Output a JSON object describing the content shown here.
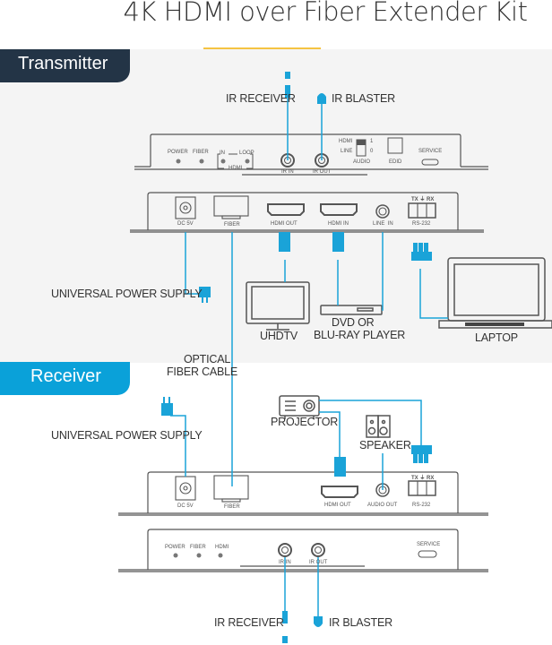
{
  "title": "4K HDMI over Fiber Extender Kit",
  "colors": {
    "accent_line": "#f5c343",
    "transmitter_tab": "#233446",
    "receiver_tab": "#0aa1d9",
    "cable": "#1aa3d8",
    "panel_bg": "#f4f4f4"
  },
  "transmitter": {
    "tab_label": "Transmitter",
    "front_panel": {
      "leds": [
        "POWER",
        "FIBER"
      ],
      "hdmi_group": {
        "in": "IN",
        "loop": "LOOP",
        "caption": "HDMI"
      },
      "ports": [
        "IR IN",
        "IR OUT"
      ],
      "audio_switch": {
        "options": [
          "HDMI",
          "LINE"
        ],
        "values": [
          "1",
          "0"
        ],
        "caption": "AUDIO"
      },
      "edid": "EDID",
      "service": "SERVICE"
    },
    "rear_panel": {
      "ports": [
        "DC 5V",
        "FIBER",
        "HDMI OUT",
        "HDMI IN",
        "LINE  IN"
      ],
      "rs232": {
        "pins": "TX ⏚ RX",
        "caption": "RS-232"
      }
    },
    "callouts": {
      "ir_receiver": "IR RECEIVER",
      "ir_blaster": "IR BLASTER",
      "power_supply": "UNIVERSAL POWER SUPPLY",
      "uhdtv": "UHDTV",
      "player_line1": "DVD OR",
      "player_line2": "BLU-RAY PLAYER",
      "laptop": "LAPTOP"
    }
  },
  "fiber_cable": {
    "line1": "OPTICAL",
    "line2": "FIBER CABLE"
  },
  "receiver": {
    "tab_label": "Receiver",
    "rear_panel": {
      "ports": [
        "DC 5V",
        "FIBER",
        "HDMI OUT",
        "AUDIO OUT"
      ],
      "rs232": {
        "pins": "TX ⏚ RX",
        "caption": "RS-232"
      }
    },
    "front_panel": {
      "leds": [
        "POWER",
        "FIBER",
        "HDMI"
      ],
      "ports": [
        "IR IN",
        "IR OUT"
      ],
      "service": "SERVICE"
    },
    "callouts": {
      "power_supply": "UNIVERSAL POWER SUPPLY",
      "projector": "PROJECTOR",
      "speaker": "SPEAKER",
      "ir_receiver": "IR RECEIVER",
      "ir_blaster": "IR BLASTER"
    }
  }
}
